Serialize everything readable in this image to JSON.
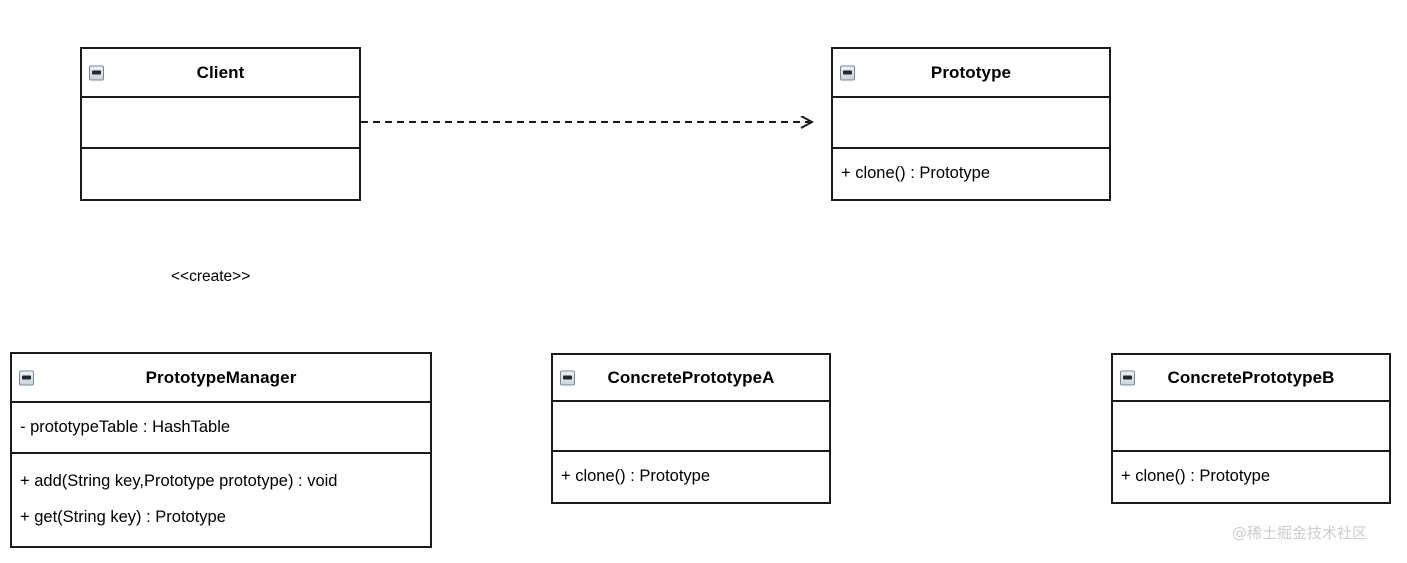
{
  "diagram": {
    "title": "Prototype Pattern UML Class Diagram",
    "background_color": "#ffffff",
    "line_color": "#1a1a1a",
    "text_color": "#000000"
  },
  "classes": {
    "client": {
      "name": "Client",
      "collapse_icon": "minus-square-icon",
      "attributes": [],
      "methods": []
    },
    "prototype": {
      "name": "Prototype",
      "collapse_icon": "minus-square-icon",
      "attributes": [],
      "methods": [
        "+ clone() : Prototype"
      ]
    },
    "prototype_manager": {
      "name": "PrototypeManager",
      "collapse_icon": "minus-square-icon",
      "attributes": [
        "- prototypeTable : HashTable"
      ],
      "methods": [
        "+ add(String key,Prototype prototype) : void",
        "+ get(String key) : Prototype"
      ]
    },
    "concrete_prototype_a": {
      "name": "ConcretePrototypeA",
      "collapse_icon": "minus-square-icon",
      "attributes": [],
      "methods": [
        "+ clone() : Prototype"
      ]
    },
    "concrete_prototype_b": {
      "name": "ConcretePrototypeB",
      "collapse_icon": "minus-square-icon",
      "attributes": [],
      "methods": [
        "+ clone() : Prototype"
      ]
    }
  },
  "relations": {
    "client_uses_prototype": {
      "type": "dependency",
      "style": "dashed",
      "arrowhead": "open",
      "from": "Client",
      "to": "Prototype",
      "label": ""
    },
    "client_creates_manager": {
      "type": "dependency",
      "style": "dashed",
      "arrowhead": "open",
      "from": "Client",
      "to": "PrototypeManager",
      "label": "<<create>>"
    },
    "a_extends_prototype": {
      "type": "generalization",
      "style": "solid",
      "arrowhead": "hollow-triangle",
      "from": "ConcretePrototypeA",
      "to": "Prototype",
      "label": ""
    },
    "b_extends_prototype": {
      "type": "generalization",
      "style": "solid",
      "arrowhead": "hollow-triangle",
      "from": "ConcretePrototypeB",
      "to": "Prototype",
      "label": ""
    }
  },
  "watermark": {
    "text": "@稀土掘金技术社区",
    "color": "#cdcdcd"
  }
}
